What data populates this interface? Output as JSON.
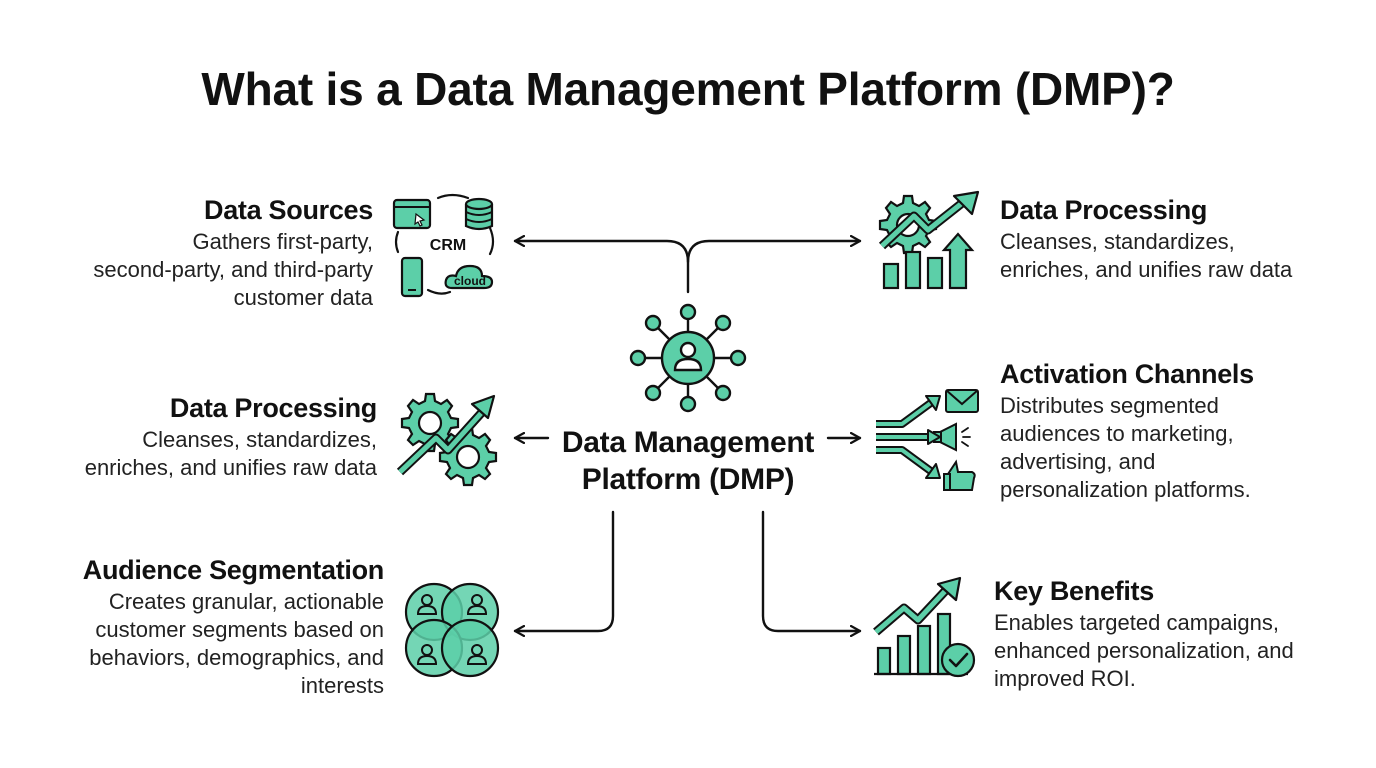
{
  "title": "What is a Data Management Platform (DMP)?",
  "center": {
    "label": "Data Management\nPlatform (DMP)"
  },
  "blocks": {
    "data_sources": {
      "heading": "Data Sources",
      "desc": "Gathers first-party,\nsecond-party, and third-party\ncustomer data",
      "icon_labels": {
        "crm": "CRM",
        "cloud": "cloud"
      }
    },
    "data_processing_left": {
      "heading": "Data Processing",
      "desc": "Cleanses, standardizes,\nenriches, and unifies raw data"
    },
    "audience_segmentation": {
      "heading": "Audience Segmentation",
      "desc": "Creates granular, actionable\ncustomer segments based on\nbehaviors, demographics, and\ninterests"
    },
    "data_processing_right": {
      "heading": "Data Processing",
      "desc": "Cleanses, standardizes,\nenriches, and unifies raw data"
    },
    "activation_channels": {
      "heading": "Activation Channels",
      "desc": "Distributes segmented\naudiences to marketing,\nadvertising, and\npersonalization platforms."
    },
    "key_benefits": {
      "heading": "Key Benefits",
      "desc": "Enables targeted campaigns,\nenhanced personalization, and\nimproved ROI."
    }
  },
  "colors": {
    "accent": "#5ccfa8",
    "stroke": "#111111",
    "text": "#111111"
  }
}
